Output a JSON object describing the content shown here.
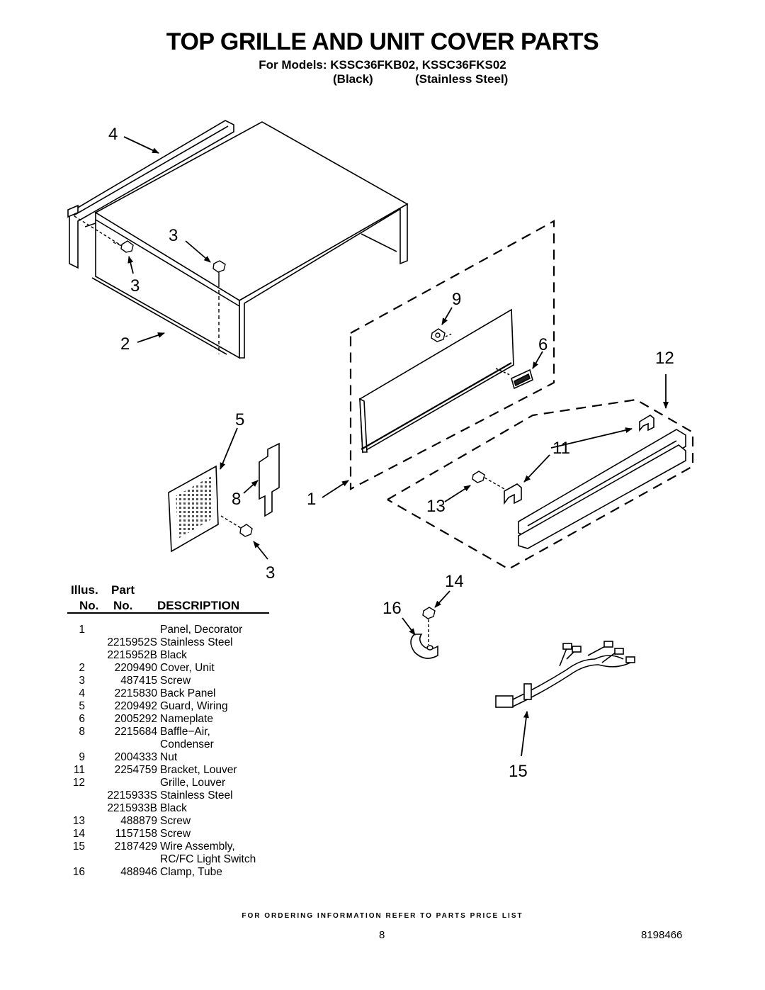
{
  "header": {
    "title": "TOP GRILLE AND UNIT COVER PARTS",
    "models_line": "For Models: KSSC36FKB02, KSSC36FKS02",
    "variant_black": "(Black)",
    "variant_stainless": "(Stainless Steel)"
  },
  "callouts": {
    "c4": "4",
    "c3a": "3",
    "c3b": "3",
    "c2": "2",
    "c9": "9",
    "c6": "6",
    "c12": "12",
    "c5": "5",
    "c8": "8",
    "c1": "1",
    "c11": "11",
    "c13": "13",
    "c3c": "3",
    "c14": "14",
    "c16": "16",
    "c15": "15"
  },
  "table": {
    "head_illus": "Illus.",
    "head_illus_no": "No.",
    "head_part": "Part",
    "head_part_no": "No.",
    "head_description": "DESCRIPTION",
    "rows": [
      {
        "illus": "1",
        "part": "",
        "desc": "Panel, Decorator"
      },
      {
        "illus": "",
        "part": "2215952S",
        "desc": "Stainless Steel"
      },
      {
        "illus": "",
        "part": "2215952B",
        "desc": "Black"
      },
      {
        "illus": "2",
        "part": "2209490",
        "desc": "Cover, Unit"
      },
      {
        "illus": "3",
        "part": "487415",
        "desc": "Screw"
      },
      {
        "illus": "4",
        "part": "2215830",
        "desc": "Back Panel"
      },
      {
        "illus": "5",
        "part": "2209492",
        "desc": "Guard, Wiring"
      },
      {
        "illus": "6",
        "part": "2005292",
        "desc": "Nameplate"
      },
      {
        "illus": "8",
        "part": "2215684",
        "desc": "Baffle−Air,"
      },
      {
        "illus": "",
        "part": "",
        "desc": "Condenser"
      },
      {
        "illus": "9",
        "part": "2004333",
        "desc": "Nut"
      },
      {
        "illus": "11",
        "part": "2254759",
        "desc": "Bracket, Louver"
      },
      {
        "illus": "12",
        "part": "",
        "desc": "Grille, Louver"
      },
      {
        "illus": "",
        "part": "2215933S",
        "desc": "Stainless Steel"
      },
      {
        "illus": "",
        "part": "2215933B",
        "desc": "Black"
      },
      {
        "illus": "13",
        "part": "488879",
        "desc": "Screw"
      },
      {
        "illus": "14",
        "part": "1157158",
        "desc": "Screw"
      },
      {
        "illus": "15",
        "part": "2187429",
        "desc": "Wire Assembly,"
      },
      {
        "illus": "",
        "part": "",
        "desc": "RC/FC Light Switch"
      },
      {
        "illus": "16",
        "part": "488946",
        "desc": "Clamp, Tube"
      }
    ]
  },
  "footer": {
    "ordering_note": "FOR ORDERING INFORMATION REFER TO PARTS PRICE LIST",
    "page_number": "8",
    "document_number": "8198466"
  }
}
